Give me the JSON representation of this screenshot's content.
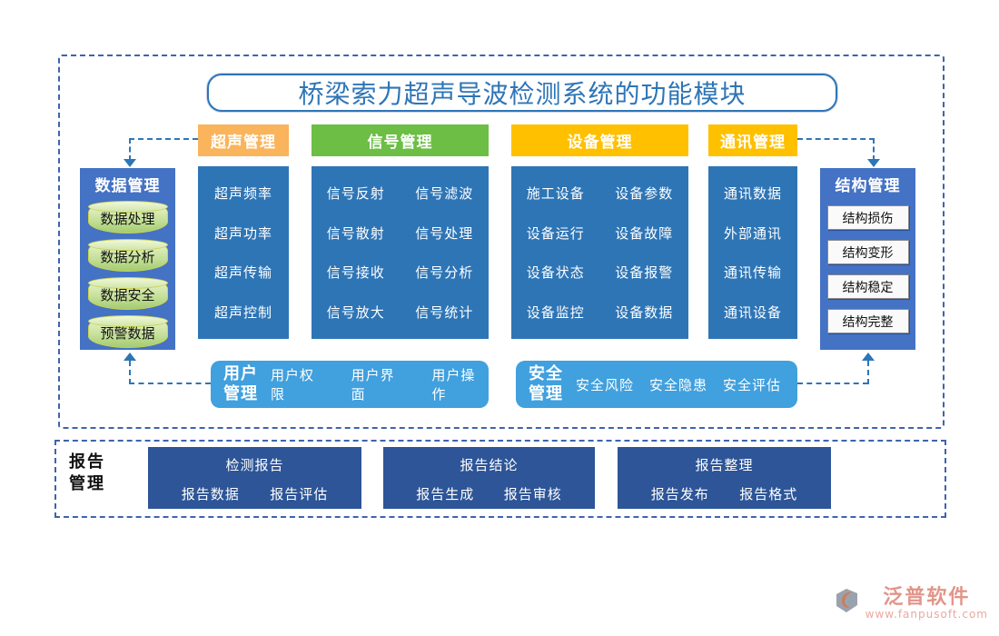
{
  "title": "桥梁索力超声导波检测系统的功能模块",
  "colors": {
    "primary_blue": "#2E75B6",
    "panel_blue": "#4472C4",
    "sky_blue": "#41A0DE",
    "report_navy": "#2D5597",
    "ultra_orange": "#F9B45C",
    "signal_green": "#6CBE45",
    "device_amber": "#FFC000",
    "brand_salmon": "#E2958A",
    "dashed_border": "#3f63ad"
  },
  "left_panel": {
    "title": "数据管理",
    "items": [
      "数据处理",
      "数据分析",
      "数据安全",
      "预警数据"
    ]
  },
  "right_panel": {
    "title": "结构管理",
    "items": [
      "结构损伤",
      "结构变形",
      "结构稳定",
      "结构完整"
    ]
  },
  "columns": [
    {
      "header": "超声管理",
      "items": [
        "超声频率",
        "超声功率",
        "超声传输",
        "超声控制"
      ]
    },
    {
      "header": "信号管理",
      "rows": [
        [
          "信号反射",
          "信号滤波"
        ],
        [
          "信号散射",
          "信号处理"
        ],
        [
          "信号接收",
          "信号分析"
        ],
        [
          "信号放大",
          "信号统计"
        ]
      ]
    },
    {
      "header": "设备管理",
      "rows": [
        [
          "施工设备",
          "设备参数"
        ],
        [
          "设备运行",
          "设备故障"
        ],
        [
          "设备状态",
          "设备报警"
        ],
        [
          "设备监控",
          "设备数据"
        ]
      ]
    },
    {
      "header": "通讯管理",
      "items": [
        "通讯数据",
        "外部通讯",
        "通讯传输",
        "通讯设备"
      ]
    }
  ],
  "user_box": {
    "title_top": "用户",
    "title_bottom": "管理",
    "items": [
      "用户权限",
      "用户界面",
      "用户操作"
    ]
  },
  "security_box": {
    "title_top": "安全",
    "title_bottom": "管理",
    "items": [
      "安全风险",
      "安全隐患",
      "安全评估"
    ]
  },
  "report_section": {
    "label_top": "报告",
    "label_bottom": "管理",
    "groups": [
      {
        "title": "检测报告",
        "items": [
          "报告数据",
          "报告评估"
        ]
      },
      {
        "title": "报告结论",
        "items": [
          "报告生成",
          "报告审核"
        ]
      },
      {
        "title": "报告整理",
        "items": [
          "报告发布",
          "报告格式"
        ]
      }
    ]
  },
  "footer": {
    "brand": "泛普软件",
    "url": "www.fanpusoft.com"
  }
}
